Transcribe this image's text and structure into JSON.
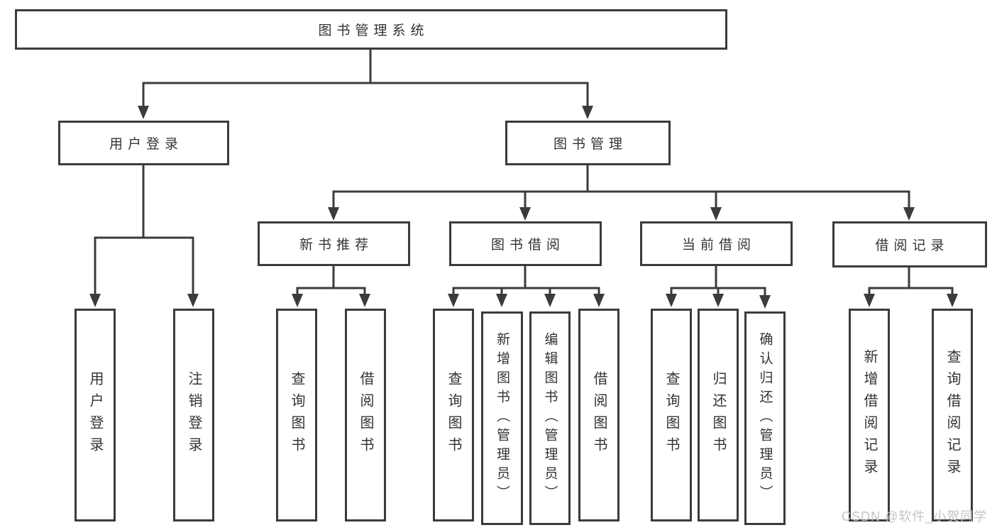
{
  "tree": {
    "root": {
      "label": "图书管理系统"
    },
    "branches": [
      {
        "label": "用户登录",
        "children": [
          {
            "label": "用户登录"
          },
          {
            "label": "注销登录"
          }
        ]
      },
      {
        "label": "图书管理",
        "children": [
          {
            "label": "新书推荐",
            "children": [
              {
                "label": "查询图书"
              },
              {
                "label": "借阅图书"
              }
            ]
          },
          {
            "label": "图书借阅",
            "children": [
              {
                "label": "查询图书"
              },
              {
                "label": "新增图书（管理员）"
              },
              {
                "label": "编辑图书（管理员）"
              },
              {
                "label": "借阅图书"
              }
            ]
          },
          {
            "label": "当前借阅",
            "children": [
              {
                "label": "查询图书"
              },
              {
                "label": "归还图书"
              },
              {
                "label": "确认归还（管理员）"
              }
            ]
          },
          {
            "label": "借阅记录",
            "children": [
              {
                "label": "新增借阅记录"
              },
              {
                "label": "查询借阅记录"
              }
            ]
          }
        ]
      }
    ]
  },
  "watermark": {
    "text": "CSDN @软件_小贺同学"
  },
  "colors": {
    "line": "#3b3b3b",
    "text": "#333333",
    "watermark": "#c4c4c4",
    "background": "#ffffff"
  }
}
